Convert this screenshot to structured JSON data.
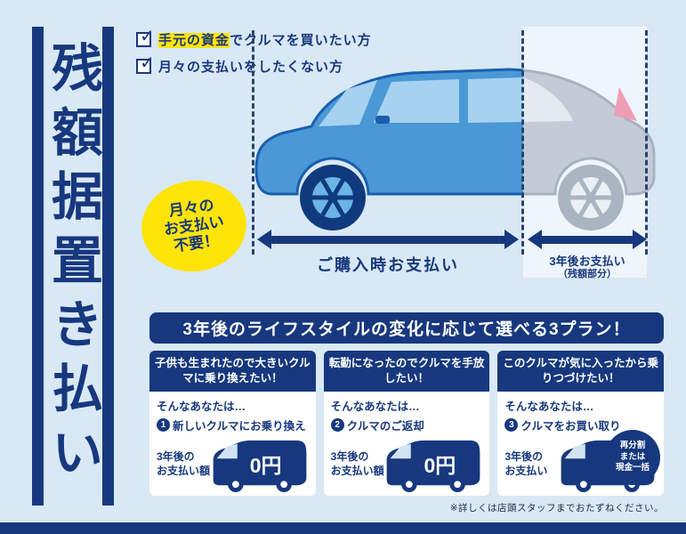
{
  "colors": {
    "background": "#d9e8f5",
    "dark_blue": "#17387e",
    "car_blue": "#4a98d6",
    "highlight_yellow": "#ffe408",
    "white": "#ffffff"
  },
  "vertical_title": "残額据置き払い",
  "checklist": {
    "item1_highlight": "手元の資金",
    "item1_rest": "でクルマを買いたい方",
    "item2": "月々の支払いをしたくない方"
  },
  "monthly_badge": {
    "line1": "月々の",
    "line2": "お支払い",
    "line3": "不要！"
  },
  "timeline": {
    "purchase_label": "ご購入時お支払い",
    "later_label": "3年後お支払い",
    "later_sub": "（残額部分）"
  },
  "banner": "3年後のライフスタイルの変化に応じて選べる3プラン！",
  "plans": [
    {
      "header": "子供も生まれたので大きいクルマに乗り換えたい！",
      "lead": "そんなあなたは…",
      "number": "1",
      "action": "新しいクルマにお乗り換え",
      "pay_label_line1": "3年後の",
      "pay_label_line2": "お支払い額",
      "amount": "0円"
    },
    {
      "header": "転勤になったのでクルマを手放したい！",
      "lead": "そんなあなたは…",
      "number": "2",
      "action": "クルマのご返却",
      "pay_label_line1": "3年後の",
      "pay_label_line2": "お支払い額",
      "amount": "0円"
    },
    {
      "header": "このクルマが気に入ったから乗りつづけたい！",
      "lead": "そんなあなたは…",
      "number": "3",
      "action": "クルマをお買い取り",
      "pay_label_line1": "3年後の",
      "pay_label_line2": "お支払い",
      "badge_line1": "再分割",
      "badge_line2": "または",
      "badge_line3": "現金一括"
    }
  ],
  "footnote": "※詳しくは店頭スタッフまでおたずねください。"
}
